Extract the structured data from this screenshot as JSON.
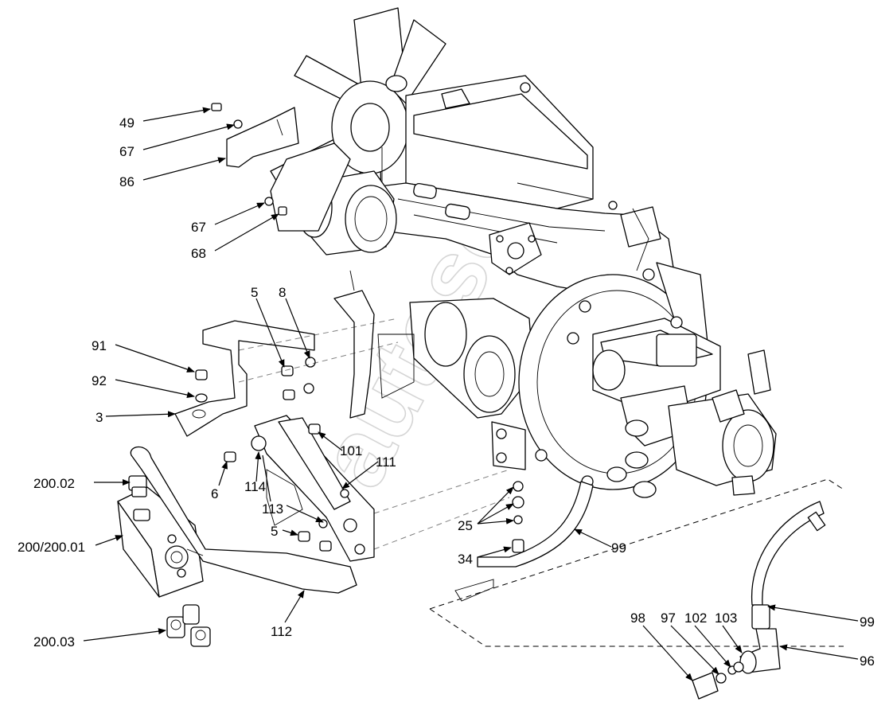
{
  "watermark": "autosoft",
  "labels": {
    "l49": "49",
    "l67a": "67",
    "l86": "86",
    "l67b": "67",
    "l68": "68",
    "l5a": "5",
    "l8": "8",
    "l91": "91",
    "l92": "92",
    "l3": "3",
    "l101": "101",
    "l111": "111",
    "l6": "6",
    "l114": "114",
    "l113": "113",
    "l5b": "5",
    "l200_02": "200.02",
    "l200_01": "200/200.01",
    "l200_03": "200.03",
    "l112": "112",
    "l25": "25",
    "l34": "34",
    "l99a": "99",
    "l99b": "99",
    "l96": "96",
    "l98": "98",
    "l97": "97",
    "l102": "102",
    "l103": "103"
  }
}
